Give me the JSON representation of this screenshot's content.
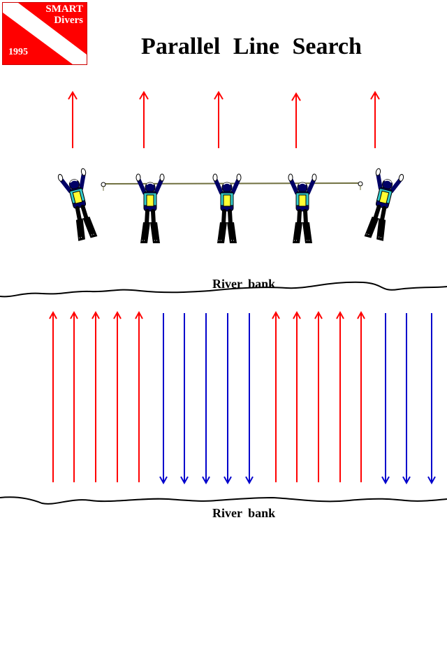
{
  "logo": {
    "line1": "SMART",
    "line2": "Divers",
    "year": "1995",
    "colors": {
      "background": "#ff0000",
      "stripe": "#ffffff"
    }
  },
  "title": "Parallel  Line  Search",
  "river_bank_upper_label": "River  bank",
  "river_bank_lower_label": "River bank",
  "formation": {
    "diver_count": 5,
    "direction_arrows": [
      "up",
      "up",
      "up",
      "up",
      "up"
    ],
    "rope": "single search line held between all divers"
  },
  "sweep_pattern": {
    "lanes": [
      "up",
      "up",
      "up",
      "up",
      "up",
      "down",
      "down",
      "down",
      "down",
      "down",
      "up",
      "up",
      "up",
      "up",
      "up",
      "down",
      "down",
      "down"
    ]
  },
  "colors": {
    "up_arrow": "#ff0000",
    "down_arrow": "#0000cc",
    "rope": "#707040",
    "suit": "#000066",
    "tank": "#ffff33",
    "bcd": "#33cccc",
    "fin": "#000000"
  }
}
